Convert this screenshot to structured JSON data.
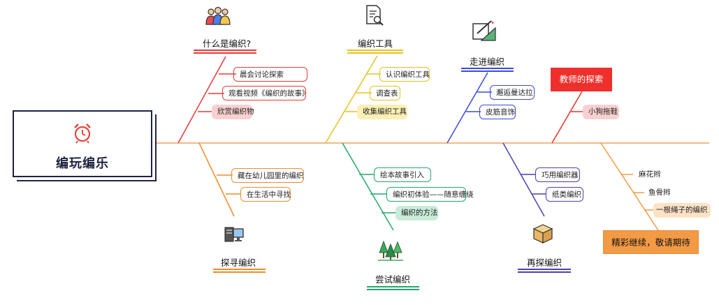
{
  "root": {
    "title": "编玩编乐",
    "icon": "alarm-clock-icon"
  },
  "top_branches": [
    {
      "id": "what",
      "title": "什么是编织?",
      "color": "#e63a3a",
      "icon": "people-group-icon",
      "items": [
        {
          "label": "晨会讨论探索",
          "style": "outline"
        },
        {
          "label": "观看视频《编织的故事》",
          "style": "outline"
        },
        {
          "label": "欣赏编织物",
          "style": "filled"
        }
      ]
    },
    {
      "id": "tools",
      "title": "编织工具",
      "color": "#e6c21f",
      "icon": "document-search-icon",
      "items": [
        {
          "label": "认识编织工具",
          "style": "outline"
        },
        {
          "label": "调查表",
          "style": "outline"
        },
        {
          "label": "收集编织工具",
          "style": "filled"
        }
      ]
    },
    {
      "id": "enter",
      "title": "走进编织",
      "color": "#3a4ad8",
      "icon": "drawing-tools-icon",
      "items": [
        {
          "label": "邂逅曼达拉",
          "style": "outline"
        },
        {
          "label": "皮筋音饰",
          "style": "outline"
        }
      ]
    },
    {
      "id": "teacher",
      "title": "教师的探索",
      "color": "#ef2f2b",
      "icon": "",
      "items": [
        {
          "label": "小狗拖鞋",
          "style": "filled"
        }
      ]
    }
  ],
  "bottom_branches": [
    {
      "id": "explore",
      "title": "探寻编织",
      "color": "#f08a2a",
      "icon": "computer-icon",
      "items": [
        {
          "label": "藏在幼儿园里的编织",
          "style": "outline"
        },
        {
          "label": "在生活中寻找",
          "style": "outline"
        }
      ]
    },
    {
      "id": "try",
      "title": "尝试编织",
      "color": "#22a86a",
      "icon": "forest-icon",
      "items": [
        {
          "label": "绘本故事引入",
          "style": "outline"
        },
        {
          "label": "编织初体验——随意缠绕",
          "style": "outline"
        },
        {
          "label": "编织的方法",
          "style": "filled"
        }
      ]
    },
    {
      "id": "again",
      "title": "再探编织",
      "color": "#4a3fb8",
      "icon": "box-icon",
      "items": [
        {
          "label": "巧用编织器",
          "style": "outline"
        },
        {
          "label": "纸类编织",
          "style": "outline"
        }
      ]
    },
    {
      "id": "more",
      "title": "精彩继续，敬请期待",
      "color": "#f39a45",
      "icon": "",
      "items": [
        {
          "label": "麻花辫",
          "style": "plain"
        },
        {
          "label": "鱼骨辫",
          "style": "plain"
        },
        {
          "label": "一根绳子的编织",
          "style": "filled"
        }
      ]
    }
  ],
  "colors": {
    "spine": "#f0a25a",
    "root_border": "#1f2340"
  }
}
